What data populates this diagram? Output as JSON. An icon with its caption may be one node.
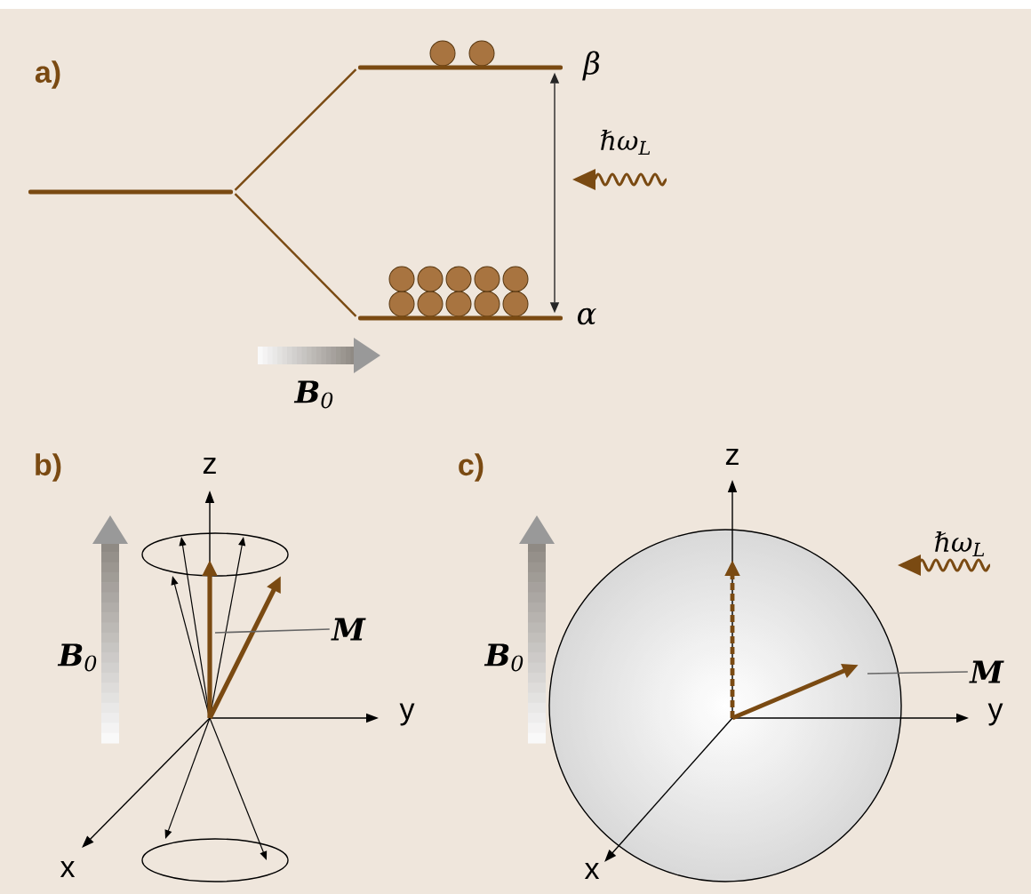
{
  "diagram": {
    "nodes": [
      {
        "text": [
          "M"
        ]
      },
      {
        "text": [
          "M"
        ]
      },
      {
        "text": [],
        "shape": "bar"
      },
      {
        "text": [],
        "shape": "bar",
        "beside": [
          "β"
        ]
      },
      {
        "text": [],
        "shape": "bar",
        "beside": [
          "α"
        ]
      }
    ],
    "edges": [
      {
        "from": 0,
        "to": null,
        "arrow": "none"
      },
      {
        "from": 1,
        "to": null,
        "arrow": "none"
      },
      {
        "from": 2,
        "to": 3,
        "arrow": "none",
        "color": "#7a4a12"
      },
      {
        "from": 2,
        "to": 4,
        "arrow": "none",
        "color": "#7a4a12"
      },
      {
        "from": 3,
        "to": 4,
        "arrow": "both"
      }
    ],
    "labels": [
      "a)",
      "ℏω$_{L}$",
      "**B**$_{0}$",
      "b)",
      "z",
      "c)",
      "z",
      "ℏω$_{L}$",
      "**B**$_{0}$",
      "y",
      "**B**$_{0}$",
      "y",
      "x",
      "x"
    ]
  }
}
